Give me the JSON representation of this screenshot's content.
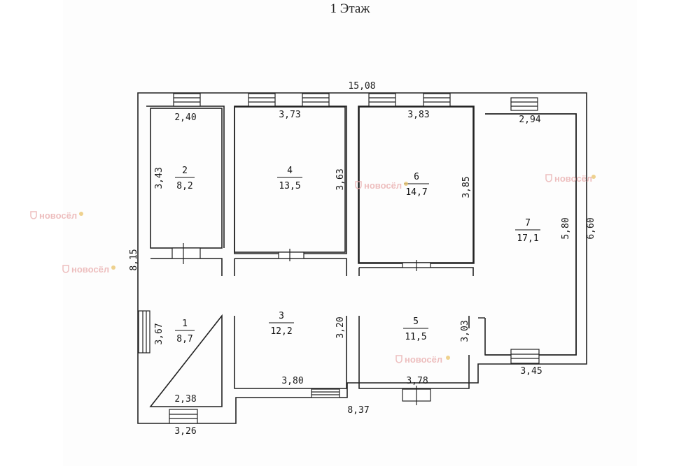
{
  "title": "1 Этаж",
  "dimensions": {
    "top_total": "15,08",
    "bottom_total": "8,37",
    "left_total": "8,15",
    "right_total": "6,60",
    "r2_top": "2,40",
    "r2_side": "3,43",
    "r4_top": "3,73",
    "r4_side": "3,63",
    "r6_top": "3,83",
    "r6_side": "3,85",
    "r7_top": "2,94",
    "r7_side": "5,80",
    "r7_bottom": "3,45",
    "r1_side": "3,67",
    "r1_bottom": "2,38",
    "r1_outer_bottom": "3,26",
    "r3_side": "3,20",
    "r3_bottom": "3,80",
    "r5_side": "3,03",
    "r5_bottom": "3,78"
  },
  "rooms": [
    {
      "number": "1",
      "area": "8,7"
    },
    {
      "number": "2",
      "area": "8,2"
    },
    {
      "number": "3",
      "area": "12,2"
    },
    {
      "number": "4",
      "area": "13,5"
    },
    {
      "number": "5",
      "area": "11,5"
    },
    {
      "number": "6",
      "area": "14,7"
    },
    {
      "number": "7",
      "area": "17,1"
    }
  ],
  "watermark": {
    "word": "новосёл"
  },
  "colors": {
    "wall": "#222222",
    "watermark": "#e8a9a9",
    "watermark_accent": "#e9c36a"
  }
}
